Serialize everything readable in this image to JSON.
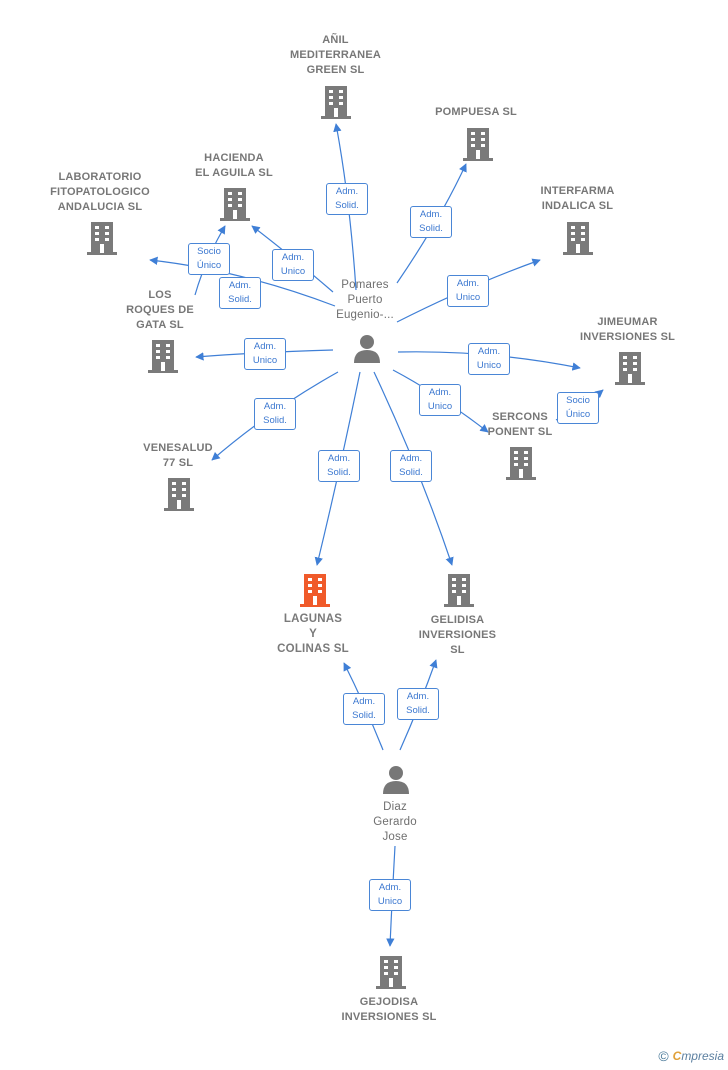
{
  "nodes": {
    "anil": {
      "label": "AÑIL\nMEDITERRANEA\nGREEN  SL"
    },
    "pompuesa": {
      "label": "POMPUESA  SL"
    },
    "hacienda": {
      "label": "HACIENDA\nEL AGUILA  SL"
    },
    "laboratorio": {
      "label": "LABORATORIO\nFITOPATOLOGICO\nANDALUCIA  SL"
    },
    "interfarma": {
      "label": "INTERFARMA\nINDALICA  SL"
    },
    "losroques": {
      "label": "LOS\nROQUES DE\nGATA  SL"
    },
    "jimeumar": {
      "label": "JIMEUMAR\nINVERSIONES SL"
    },
    "sercons": {
      "label": "SERCONS\nPONENT SL"
    },
    "venesalud": {
      "label": "VENESALUD\n77  SL"
    },
    "lagunas": {
      "label": "LAGUNAS\nY\nCOLINAS  SL"
    },
    "gelidisa": {
      "label": "GELIDISA\nINVERSIONES\nSL"
    },
    "gejodisa": {
      "label": "GEJODISA\nINVERSIONES SL"
    },
    "pomares": {
      "label": "Pomares\nPuerto\nEugenio-..."
    },
    "diaz": {
      "label": "Diaz\nGerardo\nJose"
    }
  },
  "edge_labels": {
    "e_anil": "Adm.\nSolid.",
    "e_pompuesa": "Adm.\nSolid.",
    "e_hacienda": "Adm.\nUnico",
    "e_lab_socio": "Socio\nÚnico",
    "e_lab_adm": "Adm.\nSolid.",
    "e_interfarma": "Adm.\nUnico",
    "e_losroques": "Adm.\nUnico",
    "e_jimeumar": "Adm.\nUnico",
    "e_jim_socio": "Socio\nÚnico",
    "e_sercons": "Adm.\nUnico",
    "e_venesalud": "Adm.\nSolid.",
    "e_lagunas": "Adm.\nSolid.",
    "e_gelidisa": "Adm.\nSolid.",
    "e_diaz_lagunas": "Adm.\nSolid.",
    "e_diaz_gelidisa": "Adm.\nSolid.",
    "e_gejodisa": "Adm.\nUnico"
  },
  "colors": {
    "edge": "#3f7fd6",
    "building": "#7a7a7a",
    "building_highlight": "#f05a2a",
    "person": "#777777"
  },
  "footer": {
    "copyright": "©",
    "brand_initial": "C",
    "brand_rest": "mpresia"
  }
}
